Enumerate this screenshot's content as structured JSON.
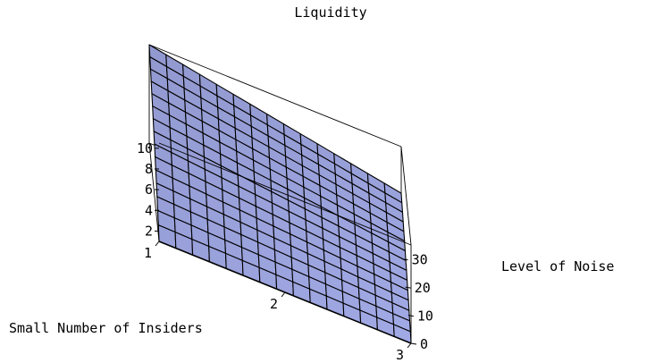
{
  "chart_data": {
    "type": "surface3d",
    "title": "Liquidity",
    "xlabel": "Small Number of Insiders",
    "ylabel": "Level of Noise",
    "zlabel": "",
    "x_ticks": [
      "1",
      "2",
      "3"
    ],
    "y_ticks": [
      "0",
      "10",
      "20",
      "30"
    ],
    "z_ticks": [
      "2",
      "4",
      "6",
      "8",
      "10"
    ],
    "xlim": [
      1,
      3
    ],
    "ylim": [
      0,
      35
    ],
    "zlim": [
      1,
      10.5
    ],
    "grid_lines": 15,
    "corner_values": {
      "x1_y0": 1,
      "x1_y35": 10.5,
      "x3_y0": 1,
      "x3_y35": 6
    },
    "surface_color": "#a0a8e4",
    "box_visible": true
  }
}
